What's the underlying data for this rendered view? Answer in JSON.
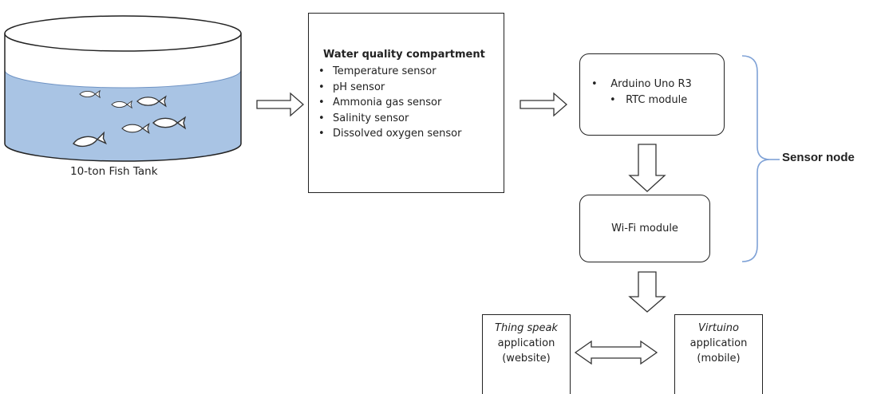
{
  "tank": {
    "label": "10-ton Fish Tank"
  },
  "water_quality": {
    "title": "Water quality compartment",
    "items": [
      "Temperature sensor",
      "pH sensor",
      "Ammonia gas sensor",
      "Salinity sensor",
      "Dissolved oxygen sensor"
    ]
  },
  "controller": {
    "items": [
      "Arduino Uno R3",
      "RTC module"
    ]
  },
  "wifi": {
    "label": "Wi-Fi module"
  },
  "sensor_node": {
    "label": "Sensor node"
  },
  "thingspeak": {
    "name": "Thing speak",
    "line2": "application",
    "line3": "(website)"
  },
  "virtuino": {
    "name": "Virtuino",
    "line2": "application",
    "line3": "(mobile)"
  },
  "colors": {
    "water": "#a9c4e4",
    "water_edge": "#6f93c4",
    "brace": "#7ea1d6",
    "stroke": "#222222"
  }
}
